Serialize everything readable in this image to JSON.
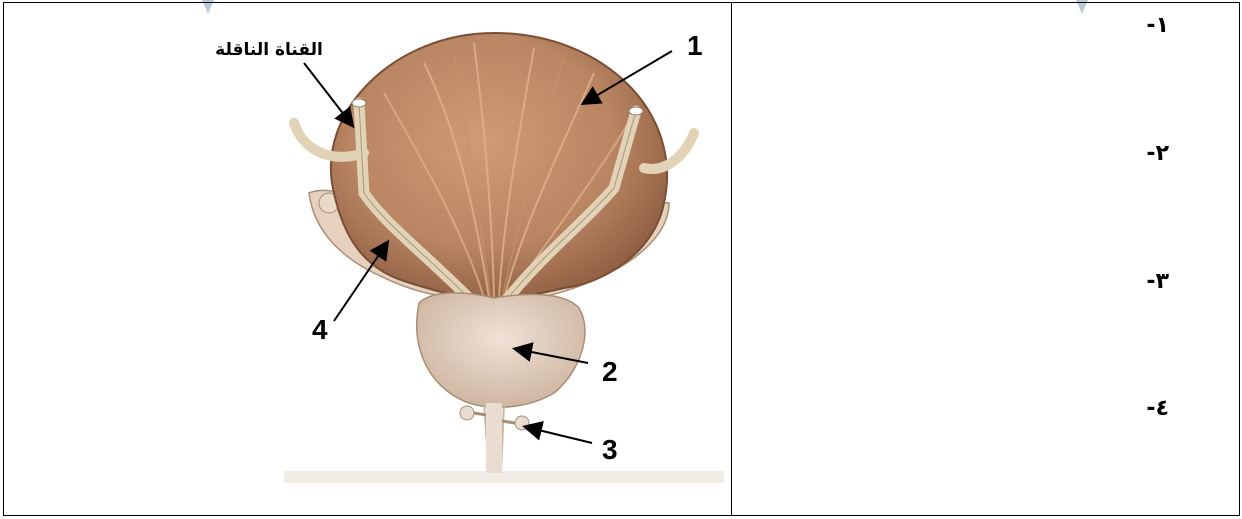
{
  "figure": {
    "labels": {
      "duct": "القناة الناقلة",
      "n1": "1",
      "n2": "2",
      "n3": "3",
      "n4": "4"
    },
    "colors": {
      "bladder": "#b98563",
      "bladder_dark": "#8a5a3e",
      "prostate": "#dcc6b4",
      "vesicle": "#e5d1bd",
      "duct": "#e2d2b6",
      "arrow": "#000000"
    }
  },
  "answers": [
    {
      "num": "١",
      "dash": "-"
    },
    {
      "num": "٢",
      "dash": "-"
    },
    {
      "num": "٣",
      "dash": "-"
    },
    {
      "num": "٤",
      "dash": "-"
    }
  ]
}
